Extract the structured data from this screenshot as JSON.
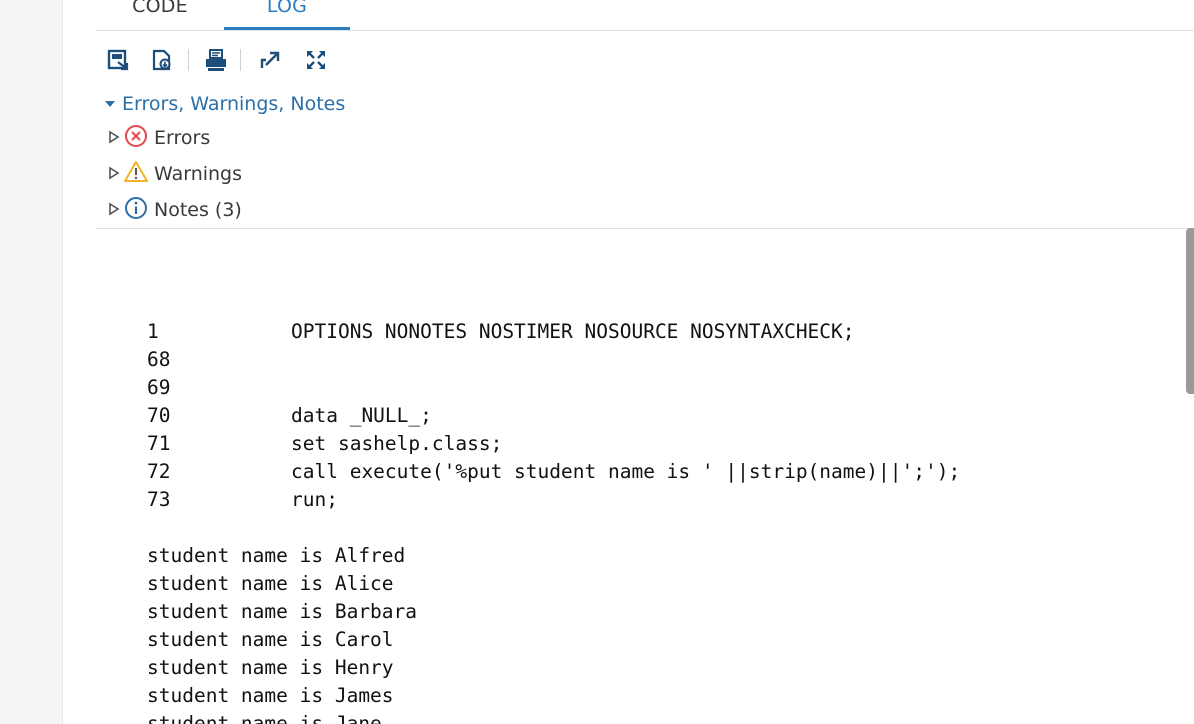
{
  "tabs": [
    {
      "label": "CODE",
      "active": false
    },
    {
      "label": "LOG",
      "active": true
    }
  ],
  "accent_color": "#2a7ec4",
  "toolbar": {
    "items": [
      {
        "icon": "save-log-icon"
      },
      {
        "icon": "download-log-icon"
      },
      {
        "icon": "print-icon"
      },
      {
        "icon": "popout-icon"
      },
      {
        "icon": "maximize-icon"
      }
    ]
  },
  "messages": {
    "root_label": "Errors, Warnings, Notes",
    "errors_label": "Errors",
    "warnings_label": "Warnings",
    "notes_label": "Notes (3)"
  },
  "log": {
    "source_lines": [
      {
        "num": "1",
        "code": "OPTIONS NONOTES NOSTIMER NOSOURCE NOSYNTAXCHECK;"
      },
      {
        "num": "68",
        "code": ""
      },
      {
        "num": "69",
        "code": ""
      },
      {
        "num": "70",
        "code": "data _NULL_;"
      },
      {
        "num": "71",
        "code": "set sashelp.class;"
      },
      {
        "num": "72",
        "code": "call execute('%put student name is ' ||strip(name)||';');"
      },
      {
        "num": "73",
        "code": "run;"
      }
    ],
    "output_lines": [
      "student name is Alfred",
      "student name is Alice",
      "student name is Barbara",
      "student name is Carol",
      "student name is Henry",
      "student name is James",
      "student name is Jane"
    ]
  }
}
